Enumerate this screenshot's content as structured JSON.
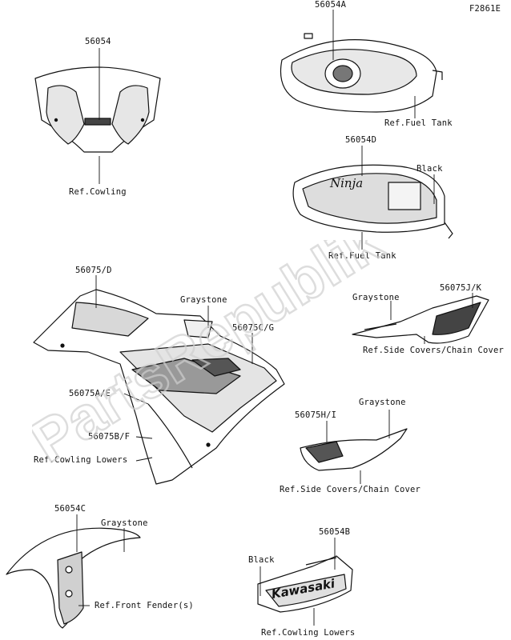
{
  "figure_code": "F2861E",
  "watermark_text": "PartsRepublik",
  "decal_texts": {
    "ninja": "Ninja",
    "kawasaki": "Kawasaki"
  },
  "parts": [
    {
      "id": "56054",
      "ref": "Ref.Cowling"
    },
    {
      "id": "56054A",
      "ref": "Ref.Fuel Tank"
    },
    {
      "id": "56054D",
      "ref": "Ref.Fuel Tank",
      "color": "Black"
    },
    {
      "id": "56075/D"
    },
    {
      "id": "56075C/G",
      "color": "Graystone"
    },
    {
      "id": "56075A/E"
    },
    {
      "id": "56075B/F",
      "ref": "Ref.Cowling Lowers"
    },
    {
      "id": "56075J/K",
      "color": "Graystone",
      "ref": "Ref.Side Covers/Chain Cover"
    },
    {
      "id": "56075H/I",
      "color": "Graystone",
      "ref": "Ref.Side Covers/Chain Cover"
    },
    {
      "id": "56054C",
      "color": "Graystone",
      "ref": "Ref.Front Fender(s)"
    },
    {
      "id": "56054B",
      "color": "Black",
      "ref": "Ref.Cowling Lowers"
    }
  ]
}
